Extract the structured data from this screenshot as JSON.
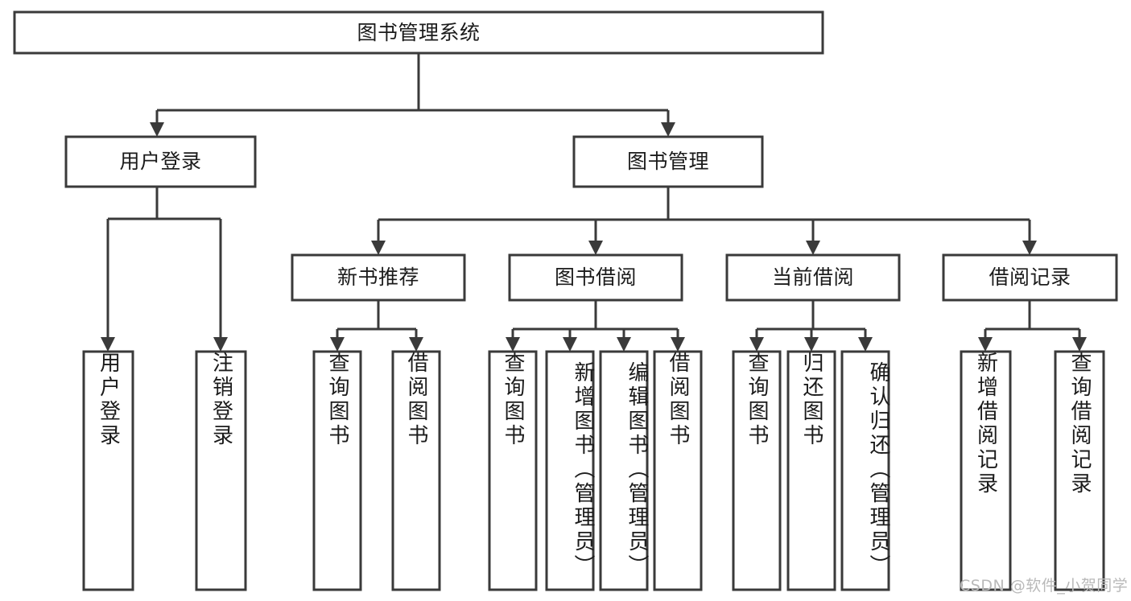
{
  "diagram": {
    "type": "tree-hierarchy-chart",
    "title": "图书管理系统",
    "background_color": "#ffffff",
    "stroke_color": "#3a3a3a",
    "text_color": "#1b1b1b",
    "watermark": "CSDN @软件_小贺同学",
    "levels": [
      {
        "level": 1,
        "nodes": [
          {
            "id": "root",
            "label": "图书管理系统",
            "orientation": "horizontal"
          }
        ]
      },
      {
        "level": 2,
        "nodes": [
          {
            "id": "user-login",
            "label": "用户登录",
            "orientation": "horizontal",
            "parent": "root"
          },
          {
            "id": "book-manage",
            "label": "图书管理",
            "orientation": "horizontal",
            "parent": "root"
          }
        ]
      },
      {
        "level": 3,
        "nodes": [
          {
            "id": "new-book-rec",
            "label": "新书推荐",
            "orientation": "horizontal",
            "parent": "book-manage"
          },
          {
            "id": "book-borrow",
            "label": "图书借阅",
            "orientation": "horizontal",
            "parent": "book-manage"
          },
          {
            "id": "current-borrow",
            "label": "当前借阅",
            "orientation": "horizontal",
            "parent": "book-manage"
          },
          {
            "id": "borrow-record",
            "label": "借阅记录",
            "orientation": "horizontal",
            "parent": "book-manage"
          }
        ]
      },
      {
        "level": 4,
        "nodes": [
          {
            "id": "leaf-user-login",
            "label": "用户登录",
            "orientation": "vertical",
            "parent": "user-login"
          },
          {
            "id": "leaf-user-logout",
            "label": "注销登录",
            "orientation": "vertical",
            "parent": "user-login"
          },
          {
            "id": "leaf-query-book-1",
            "label": "查询图书",
            "orientation": "vertical",
            "parent": "new-book-rec"
          },
          {
            "id": "leaf-borrow-book-1",
            "label": "借阅图书",
            "orientation": "vertical",
            "parent": "new-book-rec"
          },
          {
            "id": "leaf-query-book-2",
            "label": "查询图书",
            "orientation": "vertical",
            "parent": "book-borrow"
          },
          {
            "id": "leaf-add-book",
            "label": "新增图书（管理员）",
            "orientation": "vertical",
            "parent": "book-borrow"
          },
          {
            "id": "leaf-edit-book",
            "label": "编辑图书（管理员）",
            "orientation": "vertical",
            "parent": "book-borrow"
          },
          {
            "id": "leaf-borrow-book-2",
            "label": "借阅图书",
            "orientation": "vertical",
            "parent": "book-borrow"
          },
          {
            "id": "leaf-query-book-3",
            "label": "查询图书",
            "orientation": "vertical",
            "parent": "current-borrow"
          },
          {
            "id": "leaf-return-book",
            "label": "归还图书",
            "orientation": "vertical",
            "parent": "current-borrow"
          },
          {
            "id": "leaf-confirm-return",
            "label": "确认归还（管理员）",
            "orientation": "vertical",
            "parent": "current-borrow"
          },
          {
            "id": "leaf-add-record",
            "label": "新增借阅记录",
            "orientation": "vertical",
            "parent": "borrow-record"
          },
          {
            "id": "leaf-query-record",
            "label": "查询借阅记录",
            "orientation": "vertical",
            "parent": "borrow-record"
          }
        ]
      }
    ]
  }
}
